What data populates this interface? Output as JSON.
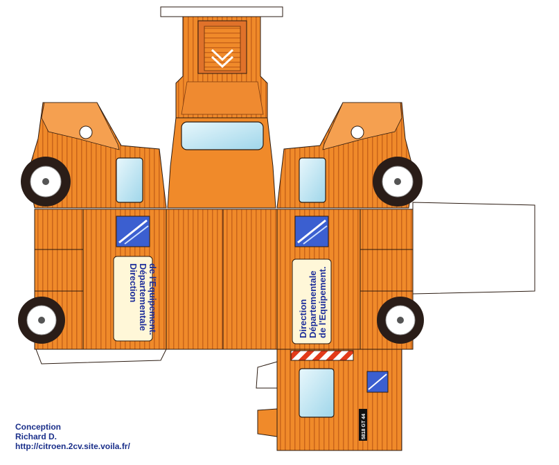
{
  "credits": {
    "line1": "Conception",
    "line2": "Richard D.",
    "line3": "http://citroen.2cv.site.voila.fr/"
  },
  "signage": {
    "panel_left": [
      "Direction",
      "Départementale",
      "de l'Equipement."
    ],
    "panel_right": [
      "Direction",
      "Départementale",
      "de l'Equipement."
    ]
  },
  "plate": "5818 GT 44",
  "colors": {
    "body_orange": "#f08a2a",
    "body_dark": "#c9641a",
    "outline": "#2a1a10",
    "window_blue": "#bfe6f2",
    "emblem_blue": "#3b5fd0",
    "text_blue": "#1d2e9a",
    "stripe_red": "#e23a1a"
  }
}
